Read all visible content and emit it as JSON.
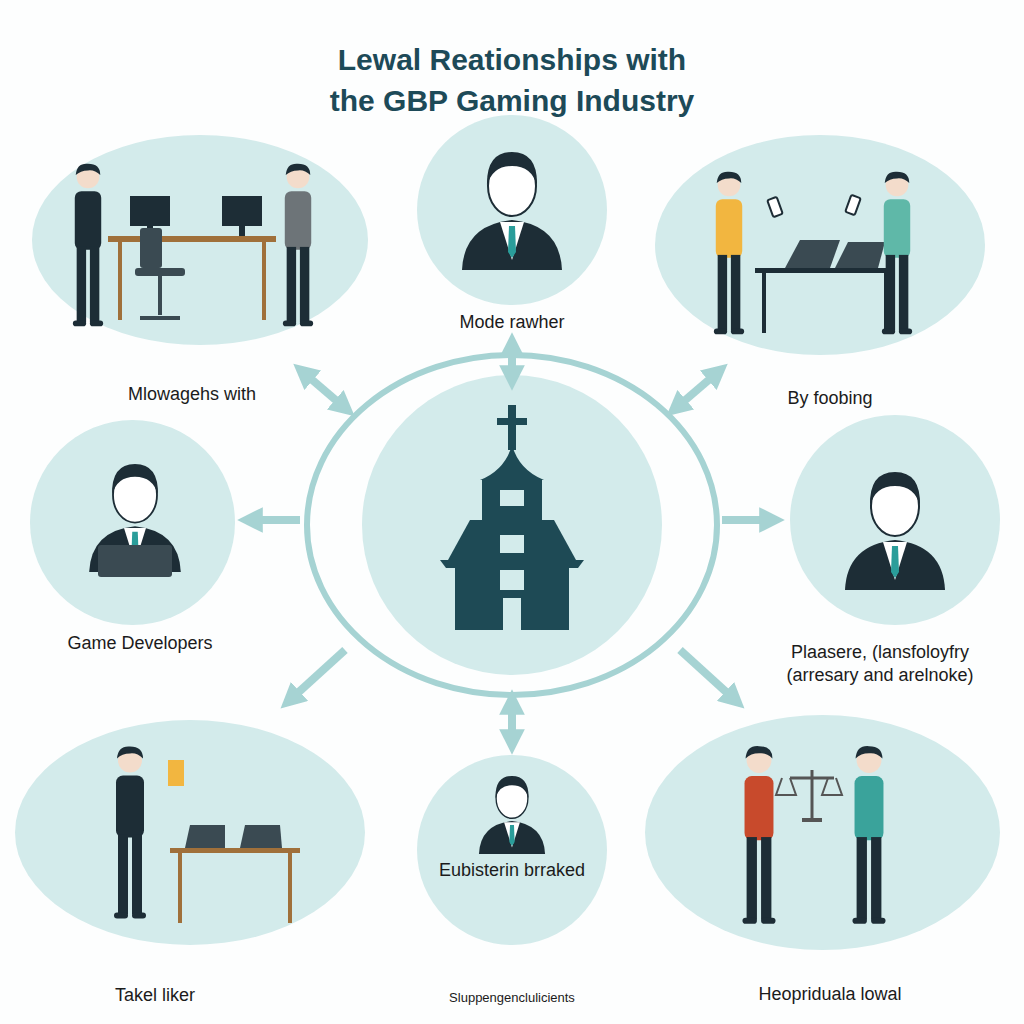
{
  "diagram": {
    "title": "Lewal Reationships with the GBP Gaming Industry",
    "caption": "Sluppengenclulicients",
    "nodes": [
      {
        "text": [
          "Mlowagehs with"
        ]
      },
      {
        "text": [
          "Mode rawher"
        ]
      },
      {
        "text": [
          "By foobing"
        ]
      },
      {
        "text": [
          "Game Developers"
        ]
      },
      {
        "text": [
          "Plaasere, (lansfoloyfry (arresary and arelnoke)"
        ]
      },
      {
        "text": [
          "Takel liker"
        ]
      },
      {
        "text": [
          "Eubisterin brraked"
        ]
      },
      {
        "text": [
          "Heopriduala lowal"
        ]
      }
    ]
  }
}
